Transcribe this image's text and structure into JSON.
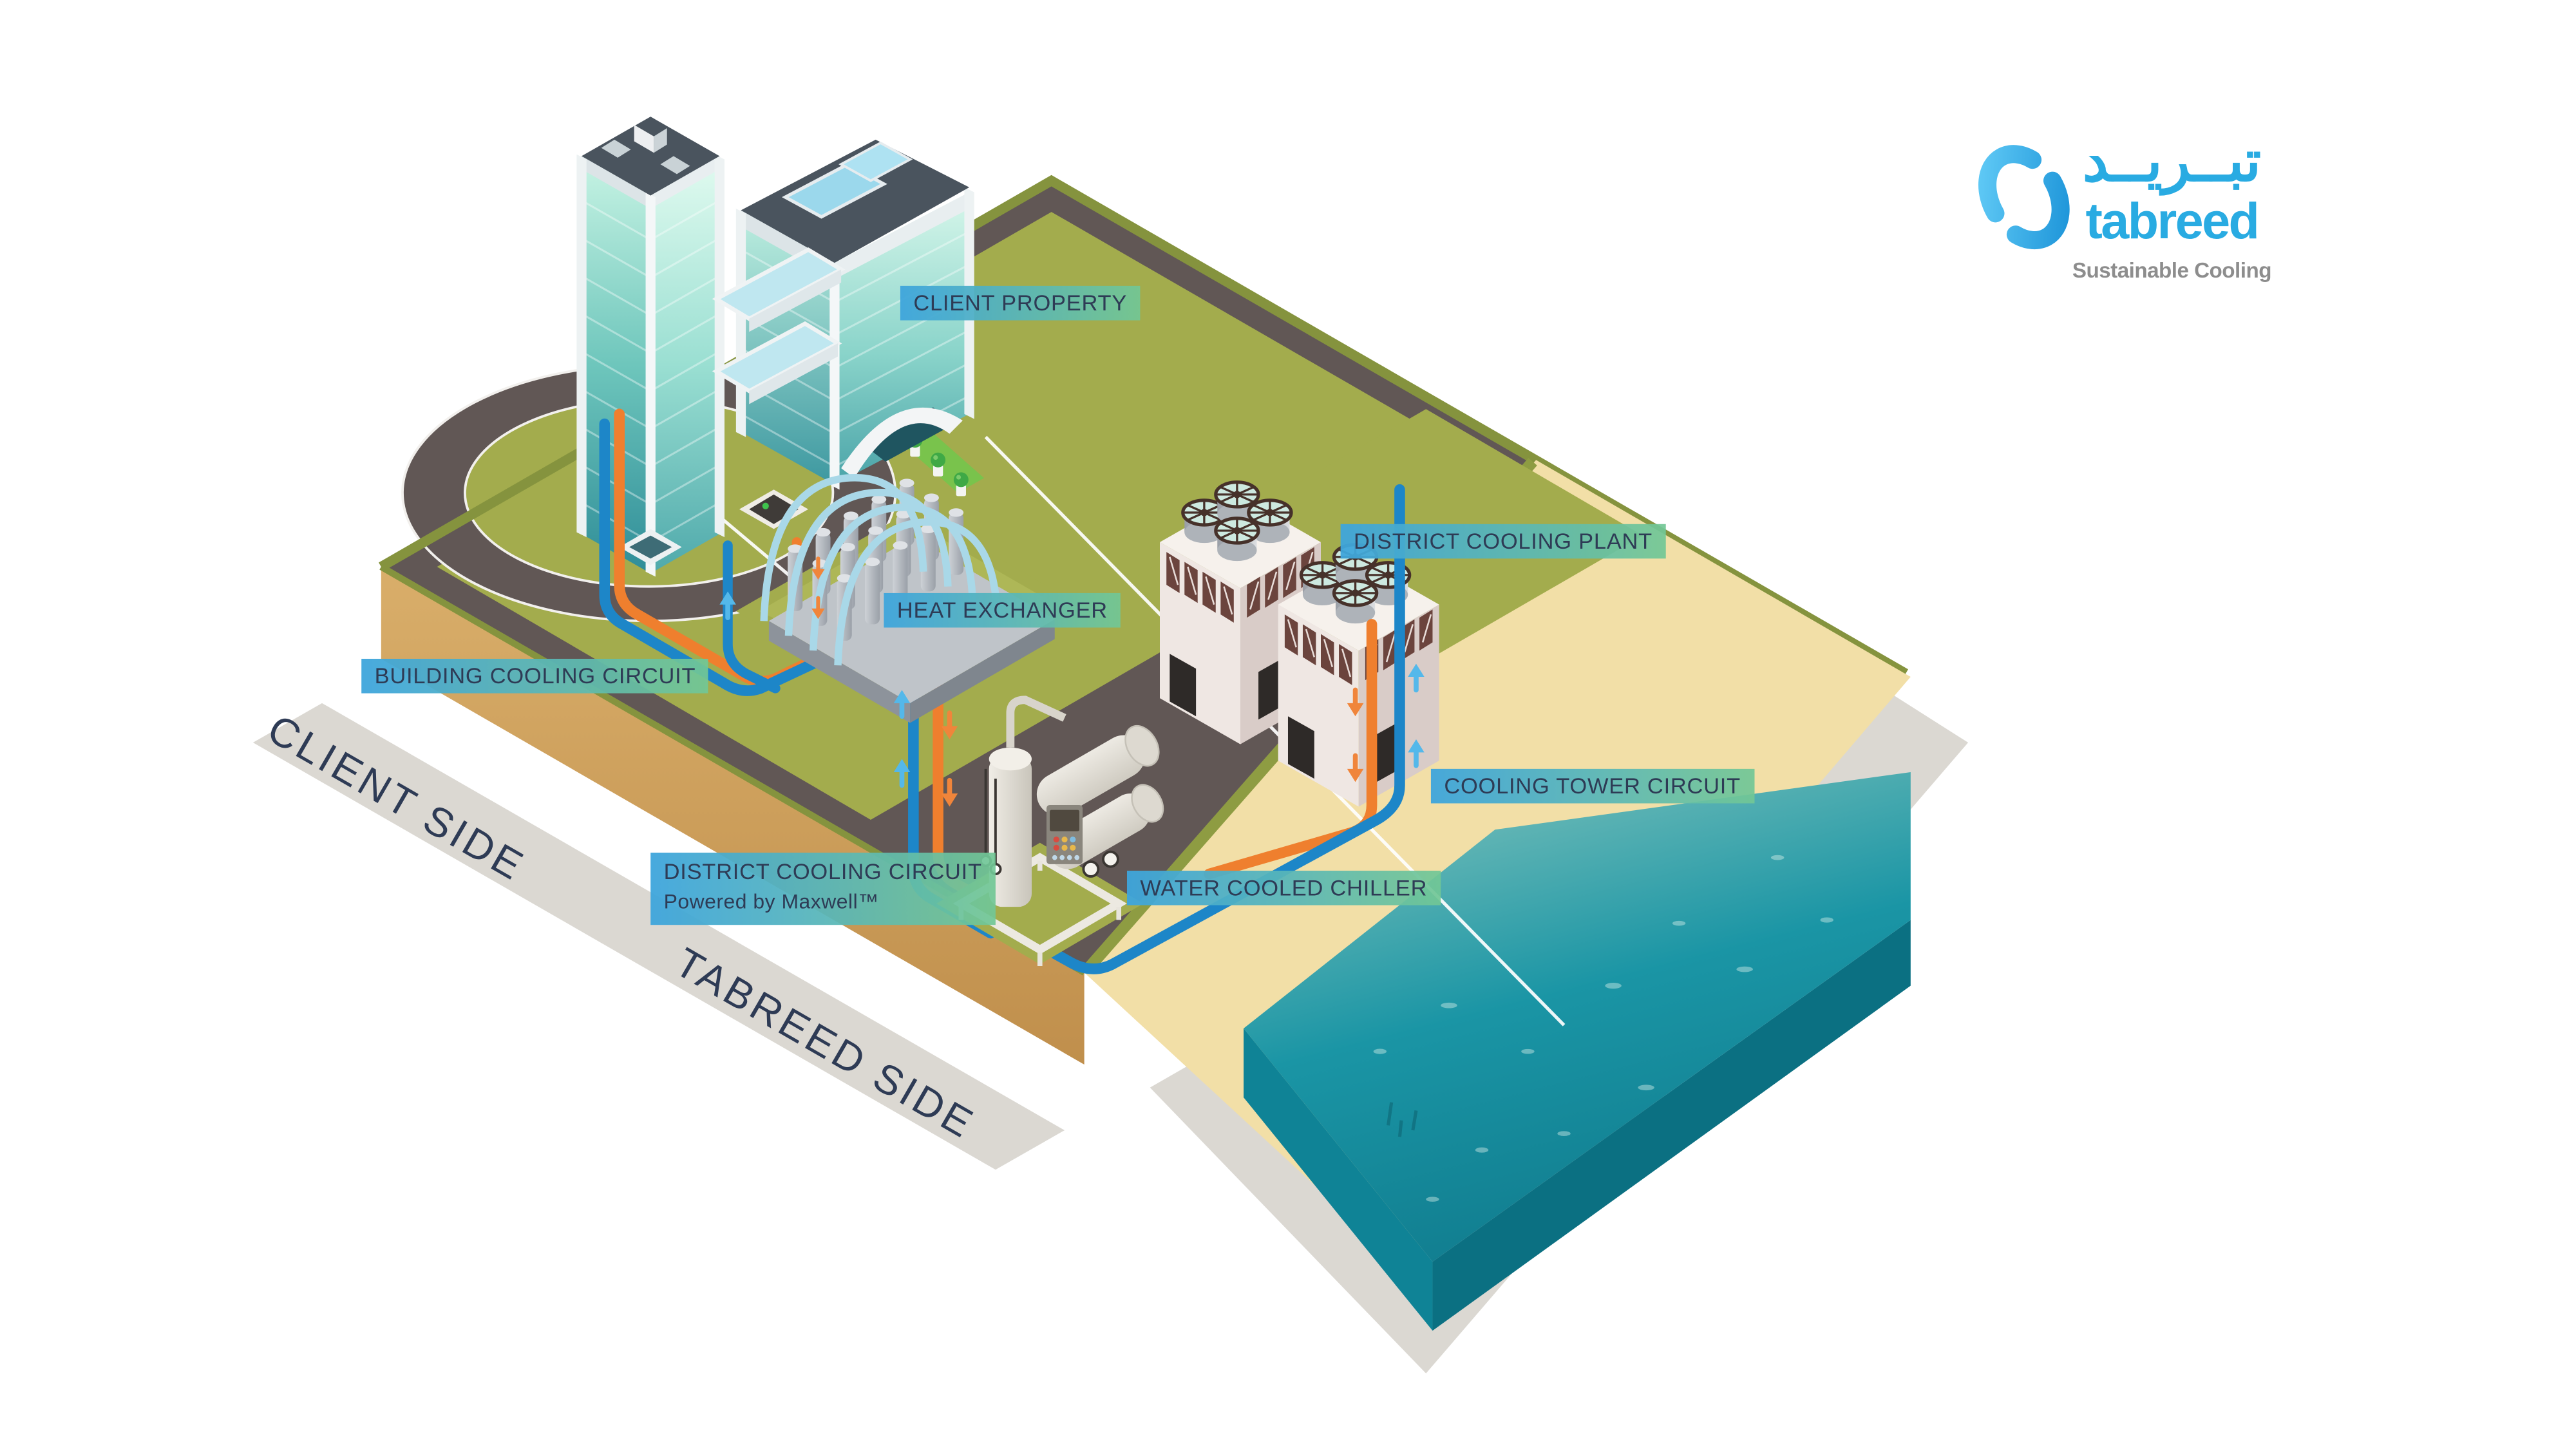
{
  "title": "Tabreed district cooling system diagram",
  "logo": {
    "arabic": "تبــريــد",
    "name": "tabreed",
    "tagline": "Sustainable Cooling"
  },
  "side_labels": {
    "client": "CLIENT SIDE",
    "tabreed": "TABREED SIDE"
  },
  "labels": {
    "client_property": "CLIENT PROPERTY",
    "heat_exchanger": "HEAT EXCHANGER",
    "district_cooling_plant": "DISTRICT COOLING PLANT",
    "building_cooling_circuit": "BUILDING COOLING CIRCUIT",
    "district_cooling_circuit": "DISTRICT COOLING CIRCUIT",
    "district_cooling_circuit_sub": "Powered by Maxwell™",
    "water_cooled_chiller": "WATER COOLED CHILLER",
    "cooling_tower_circuit": "COOLING TOWER CIRCUIT"
  },
  "colors": {
    "accent_blue": "#29ABE2",
    "tagline_gray": "#8D8D8D",
    "label_gradient_start": "#3EA5DC",
    "label_gradient_end": "#72C795",
    "text_navy": "#2E3B55",
    "pipe_chilled_water": "#1D86C8",
    "pipe_warm_water": "#EF7F2E",
    "sea_water": "#1A95A5",
    "beach_sand": "#F2DFA7",
    "grass": "#A3AC4D",
    "road": "#615755"
  }
}
